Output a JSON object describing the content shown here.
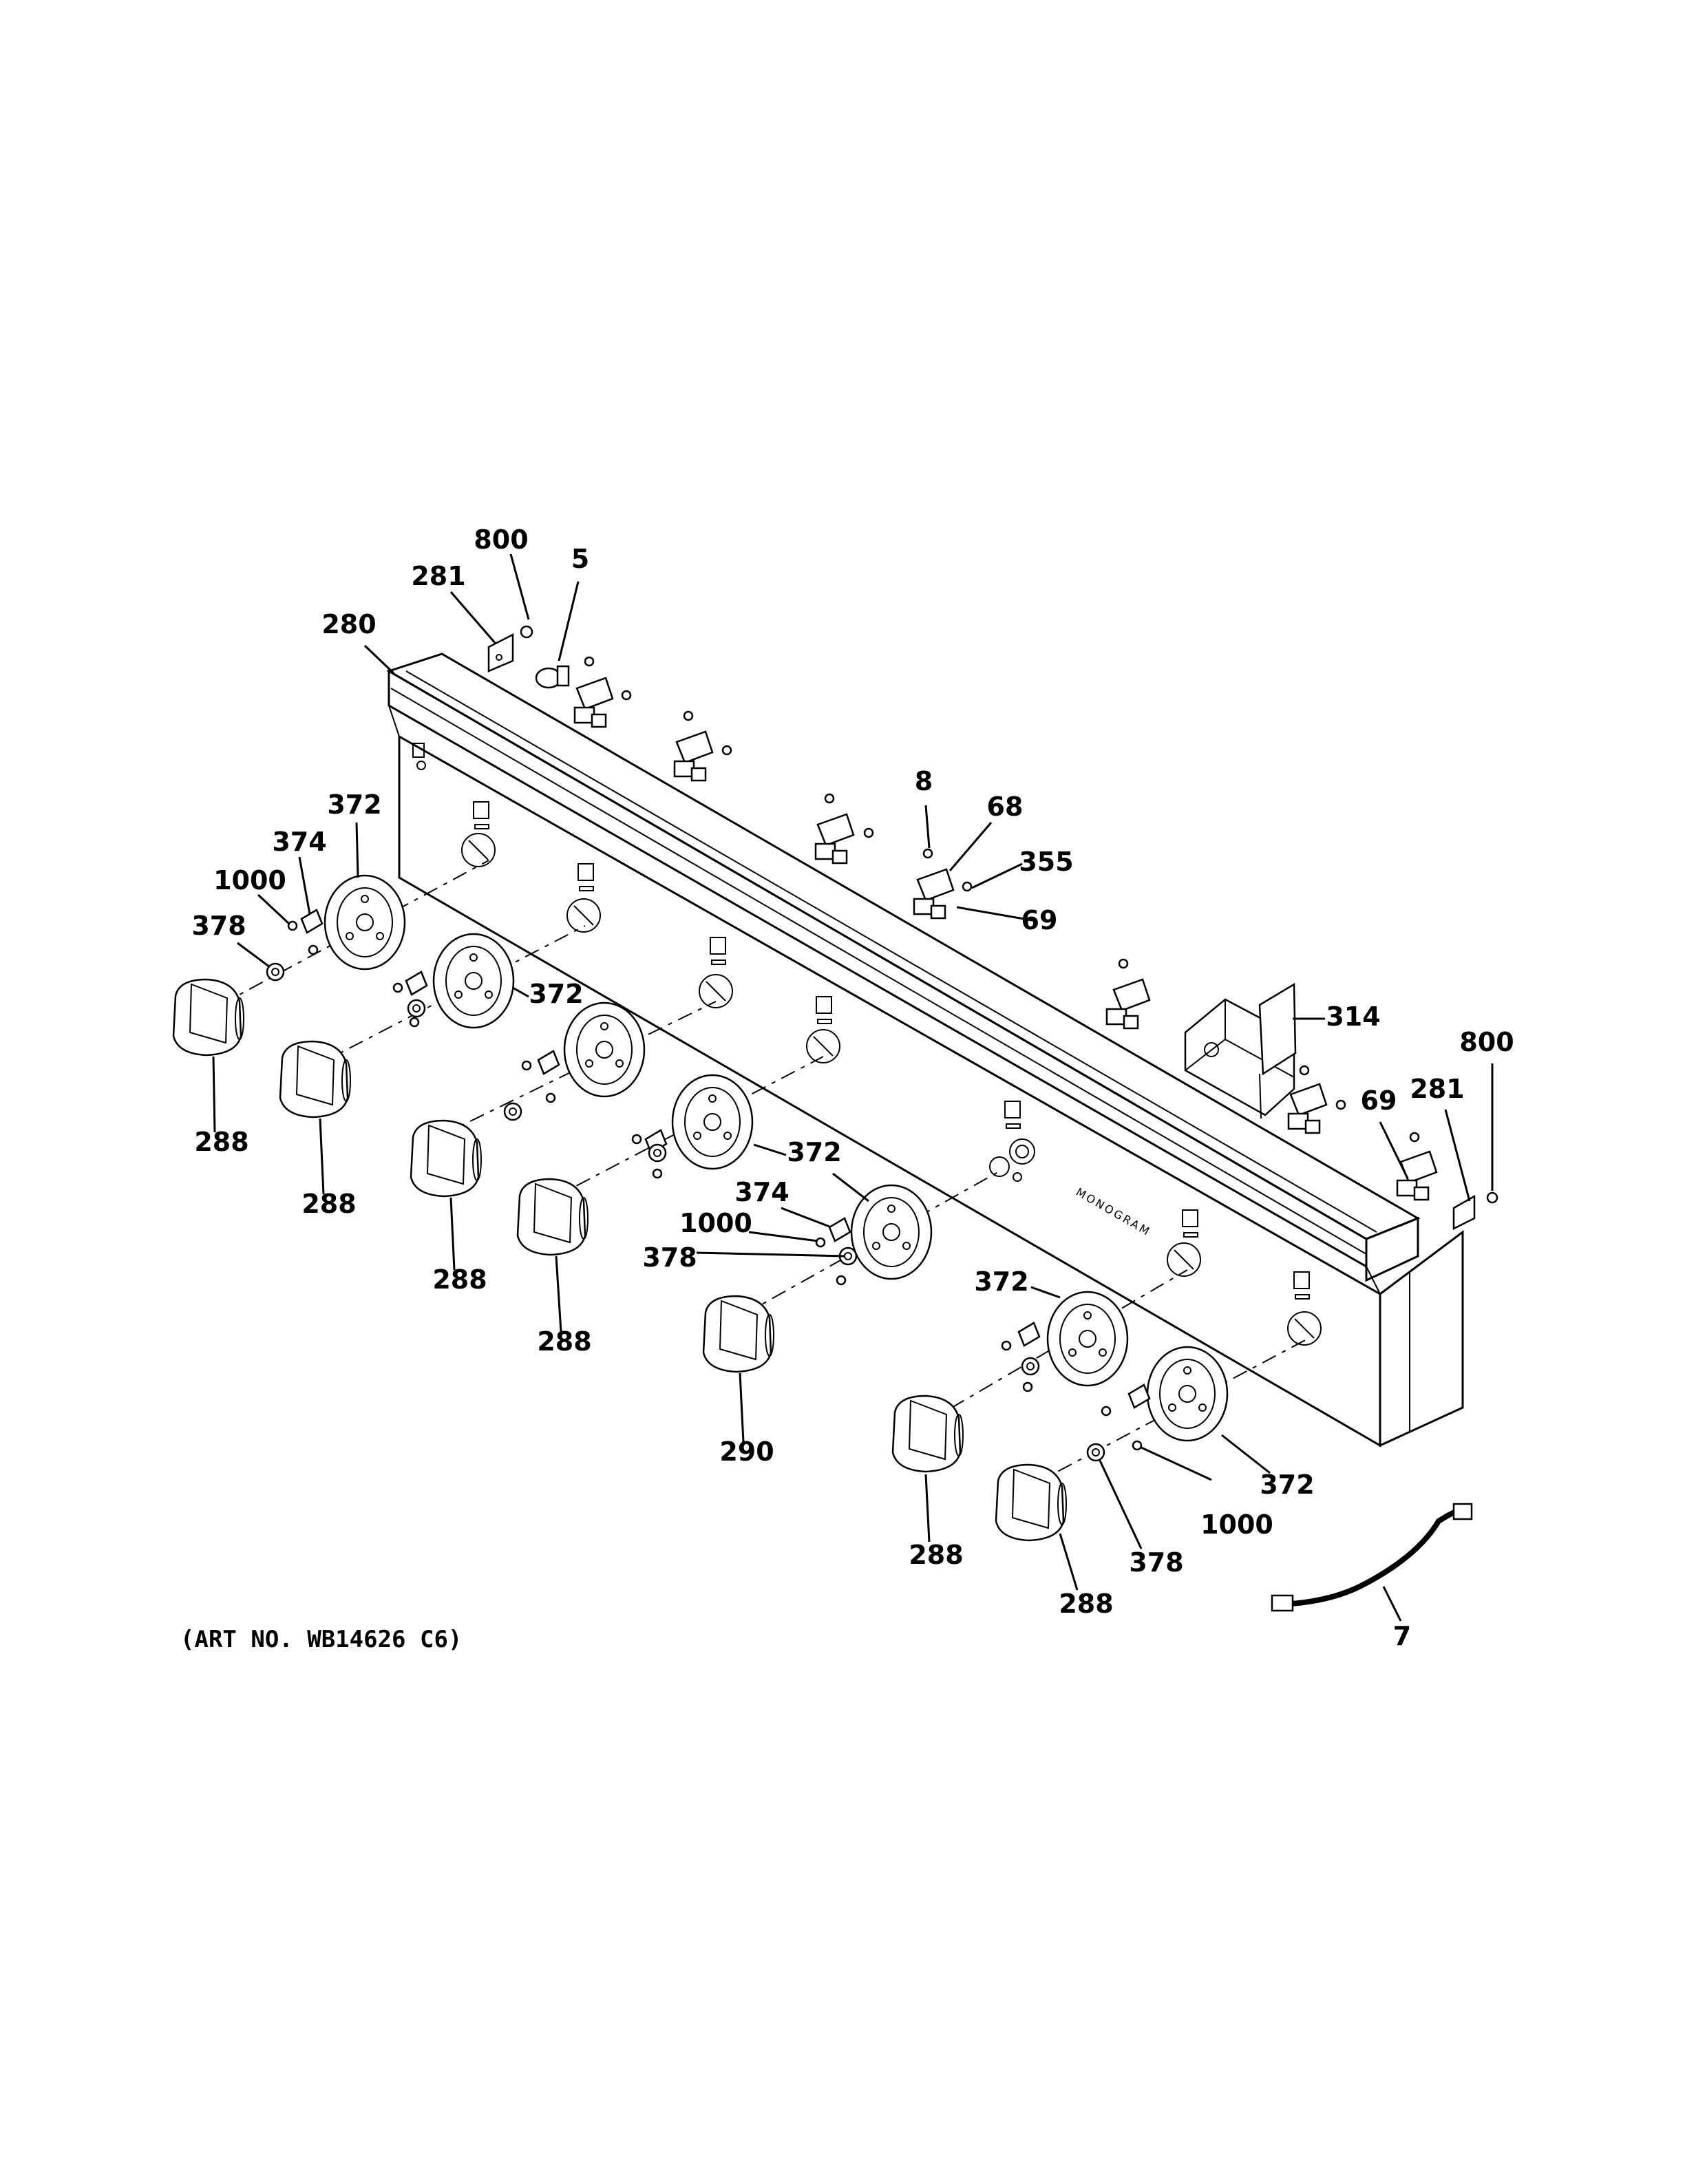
{
  "brand_text": "MONOGRAM",
  "art_number": "(ART NO. WB14626 C6)",
  "callouts": [
    {
      "id": "c800a",
      "text": "800"
    },
    {
      "id": "c281a",
      "text": "281"
    },
    {
      "id": "c5",
      "text": "5"
    },
    {
      "id": "c280",
      "text": "280"
    },
    {
      "id": "c372a",
      "text": "372"
    },
    {
      "id": "c374a",
      "text": "374"
    },
    {
      "id": "c1000a",
      "text": "1000"
    },
    {
      "id": "c378a",
      "text": "378"
    },
    {
      "id": "c8",
      "text": "8"
    },
    {
      "id": "c68",
      "text": "68"
    },
    {
      "id": "c355",
      "text": "355"
    },
    {
      "id": "c69a",
      "text": "69"
    },
    {
      "id": "c372b",
      "text": "372"
    },
    {
      "id": "c314",
      "text": "314"
    },
    {
      "id": "c800b",
      "text": "800"
    },
    {
      "id": "c69b",
      "text": "69"
    },
    {
      "id": "c281b",
      "text": "281"
    },
    {
      "id": "c288a",
      "text": "288"
    },
    {
      "id": "c288b",
      "text": "288"
    },
    {
      "id": "c372c",
      "text": "372"
    },
    {
      "id": "c374b",
      "text": "374"
    },
    {
      "id": "c1000b",
      "text": "1000"
    },
    {
      "id": "c378b",
      "text": "378"
    },
    {
      "id": "c288c",
      "text": "288"
    },
    {
      "id": "c288d",
      "text": "288"
    },
    {
      "id": "c372d",
      "text": "372"
    },
    {
      "id": "c290",
      "text": "290"
    },
    {
      "id": "c372e",
      "text": "372"
    },
    {
      "id": "c1000c",
      "text": "1000"
    },
    {
      "id": "c378c",
      "text": "378"
    },
    {
      "id": "c288e",
      "text": "288"
    },
    {
      "id": "c288f",
      "text": "288"
    },
    {
      "id": "c7",
      "text": "7"
    }
  ]
}
